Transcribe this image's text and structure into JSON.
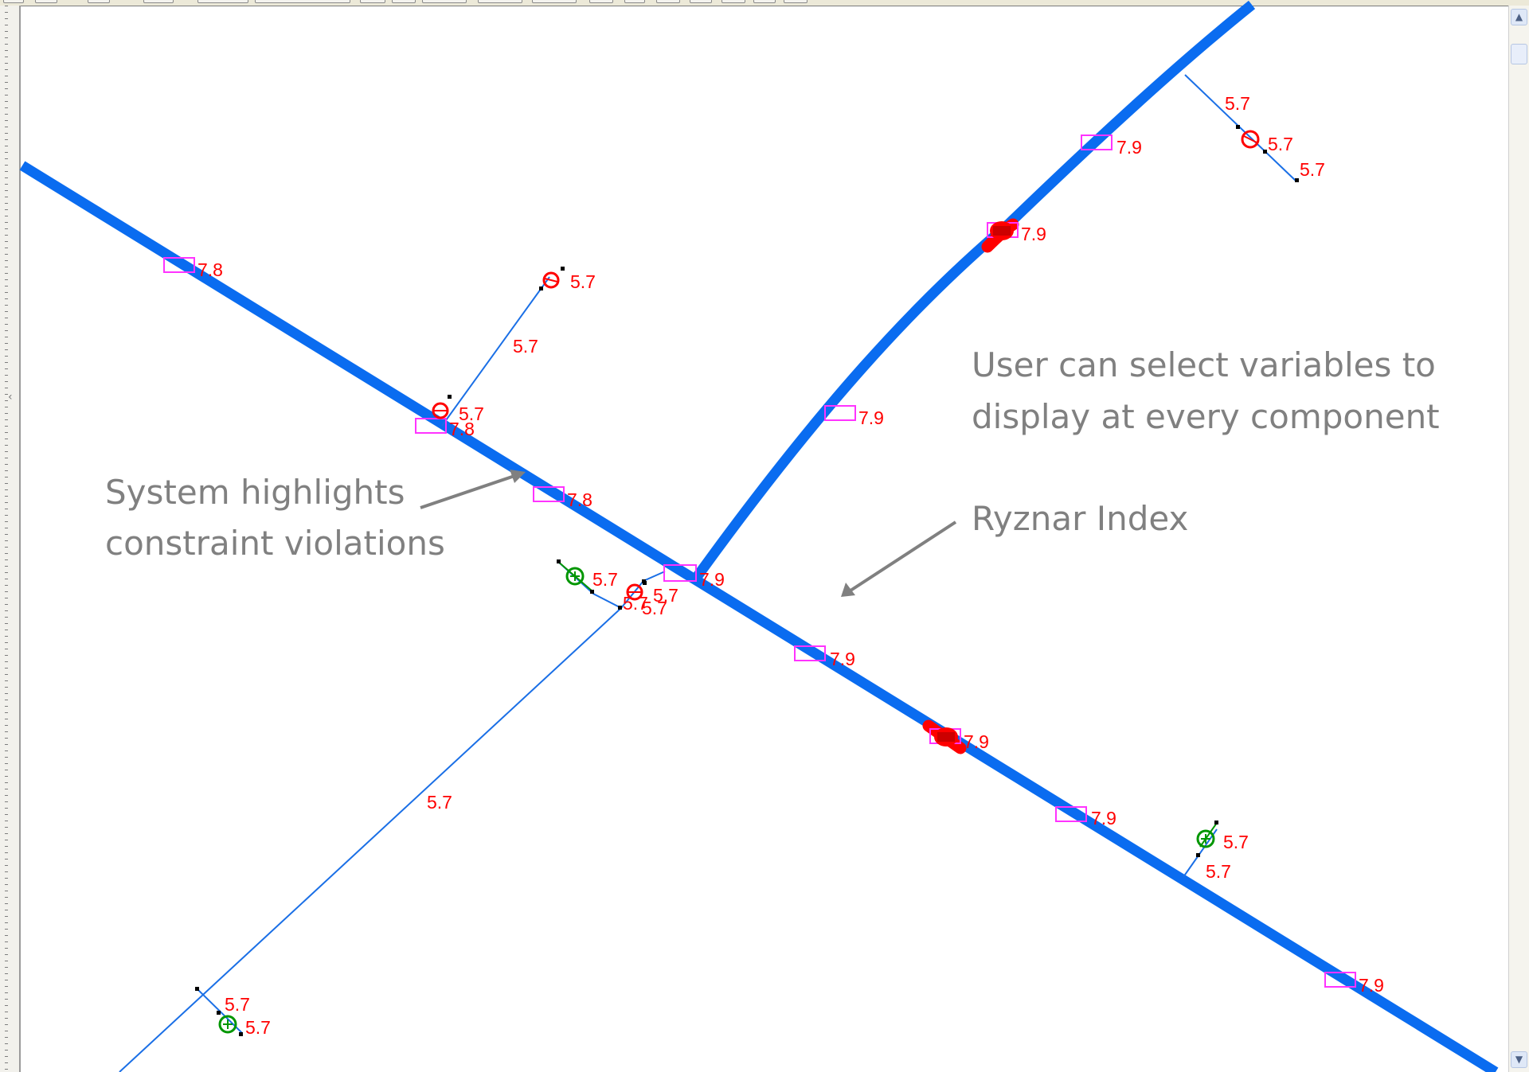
{
  "canvas_labels": {
    "pipe_a1": "7.8",
    "pipe_a2": "7.8",
    "pipe_a3": "7.8",
    "pipe_a4": "7.9",
    "pipe_a5": "7.9",
    "pipe_a6": "7.9",
    "pipe_a7": "7.9",
    "pipe_a8": "7.9",
    "pipe_b1": "7.9",
    "pipe_b2": "7.9",
    "pipe_b3": "7.9",
    "top_right_junction": "5.7",
    "top_right_valve": "5.7",
    "top_right_end": "5.7",
    "upper_left_valve": "5.7",
    "upper_left_pipe": "5.7",
    "upper_left_junction": "5.7",
    "center_green_valve": "5.7",
    "center_red_valve": "5.7",
    "center_stack_a": "5.7",
    "center_stack_b": "5.7",
    "long_thin_pipe": "5.7",
    "bottom_left_junction": "5.7",
    "bottom_left_valve": "5.7",
    "right_green_valve": "5.7",
    "right_green_pipe": "5.7"
  },
  "annotations": {
    "variables": [
      "User can select variables to",
      "display at every component"
    ],
    "violations": [
      "System highlights",
      "constraint violations"
    ],
    "ryznar": "Ryznar Index"
  },
  "colors": {
    "main_pipe": "#0a6cf0",
    "thin_pipe": "#1a6fe6",
    "value_label": "#ff0000",
    "node_box": "#ff33ff",
    "violation": "#ff0000",
    "valve_ok": "#009600",
    "annotation_text": "#808080"
  },
  "icons": {
    "scroll_up": "scroll-up-arrow-icon",
    "scroll_down": "scroll-down-arrow-icon",
    "valve_ok": "green-valve-icon",
    "valve_violation": "red-valve-icon",
    "node": "pink-node-box-icon"
  }
}
